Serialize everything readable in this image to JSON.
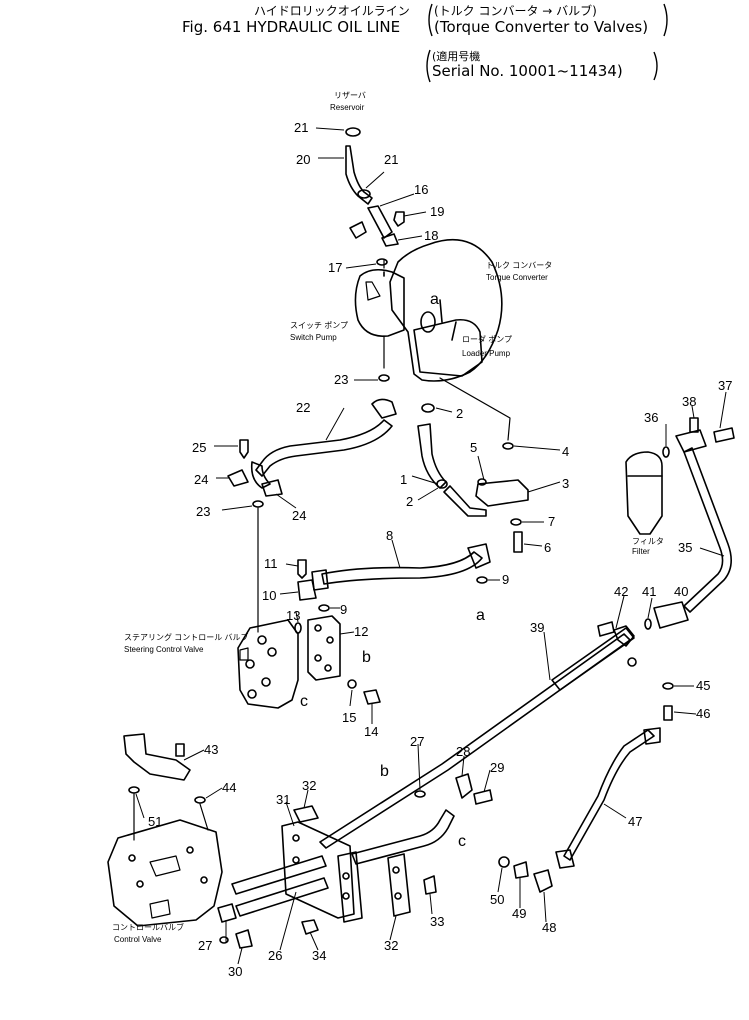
{
  "header": {
    "title_jp": "ハイドロリックオイルライン",
    "title_jp_sub": "(トルク コンバータ → バルブ)",
    "figure_label": "Fig. 641 HYDRAULIC OIL LINE",
    "figure_sub": "(Torque Converter to Valves)",
    "serial_jp": "(適用号機",
    "serial": "Serial No. 10001~11434)"
  },
  "labels": {
    "reservoir_jp": "リザーバ",
    "reservoir": "Reservoir",
    "torque_converter_jp": "トルク コンバータ",
    "torque_converter": "Torque Converter",
    "switch_pump_jp": "スイッチ ポンプ",
    "switch_pump": "Switch Pump",
    "loader_pump_jp": "ローダ ポンプ",
    "loader_pump": "Loader Pump",
    "filter_jp": "フィルタ",
    "filter": "Filter",
    "steering_valve_jp": "ステアリング コントロール バルブ",
    "steering_valve": "Steering Control Valve",
    "control_valve_jp": "コントロールバルブ",
    "control_valve": "Control Valve"
  },
  "connection_letters": [
    "a",
    "a",
    "b",
    "b",
    "c",
    "c"
  ],
  "part_numbers": [
    "21",
    "20",
    "21",
    "16",
    "19",
    "18",
    "17",
    "23",
    "22",
    "2",
    "5",
    "4",
    "1",
    "2",
    "3",
    "7",
    "6",
    "25",
    "24",
    "23",
    "24",
    "8",
    "11",
    "10",
    "9",
    "9",
    "13",
    "12",
    "15",
    "14",
    "36",
    "38",
    "37",
    "35",
    "42",
    "41",
    "40",
    "39",
    "45",
    "46",
    "43",
    "44",
    "27",
    "28",
    "29",
    "32",
    "31",
    "51",
    "47",
    "50",
    "49",
    "48",
    "33",
    "32",
    "27",
    "26",
    "34",
    "30"
  ]
}
